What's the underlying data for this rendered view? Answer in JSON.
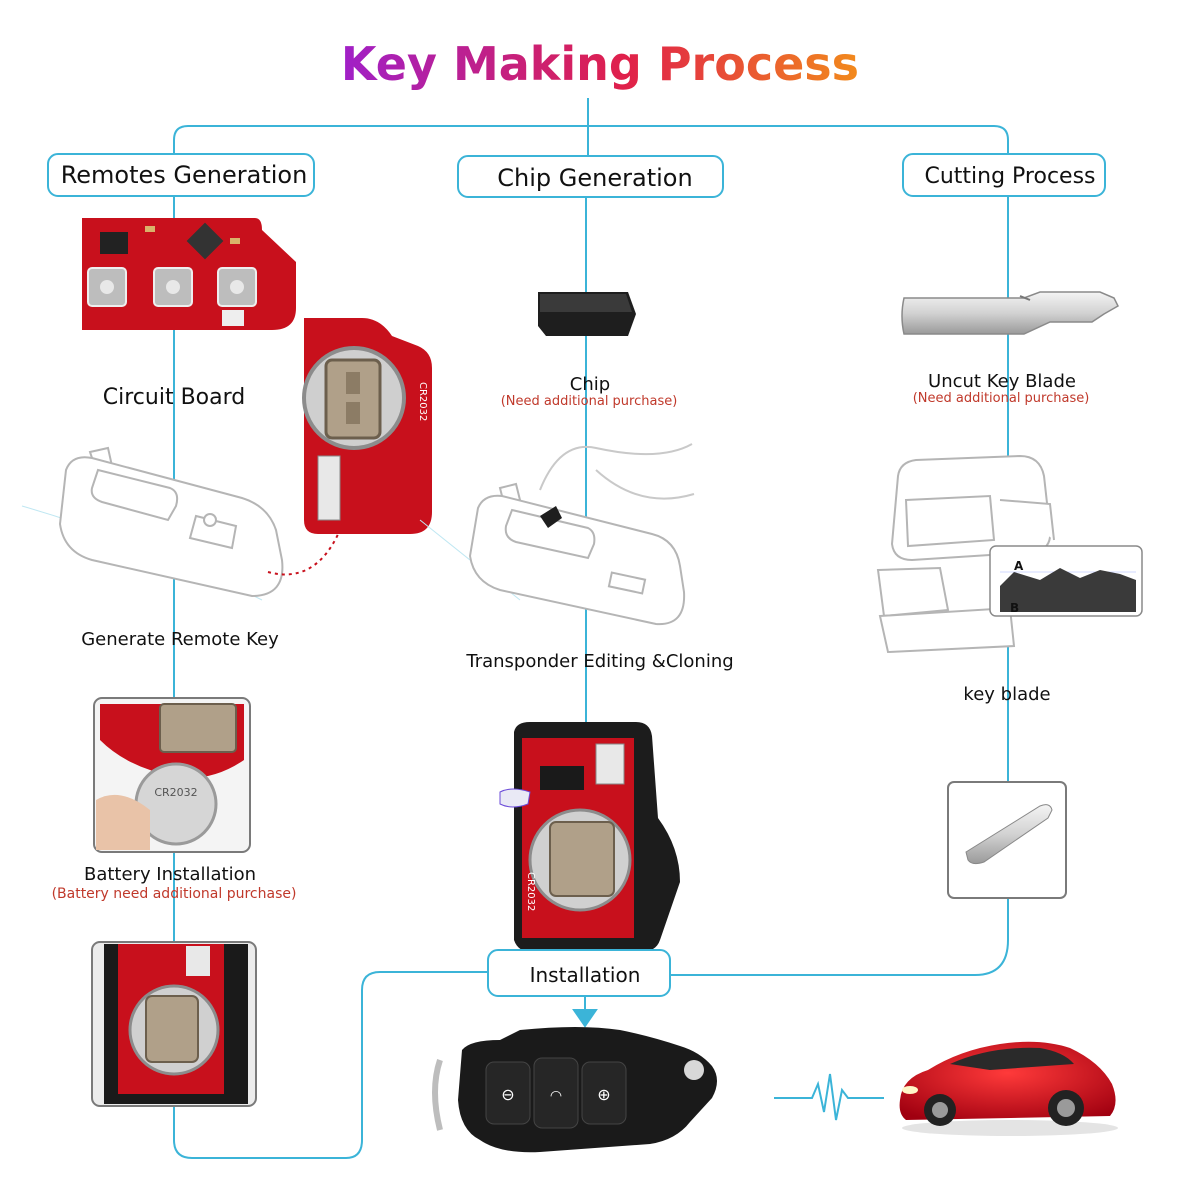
{
  "title": "Key Making Process",
  "colors": {
    "line": "#3bb4d8",
    "title_from": "#a020c8",
    "title_mid": "#e0204a",
    "title_to": "#f28a1c",
    "pcb": "#c8101c",
    "note": "#c0392b"
  },
  "columns": {
    "remotes": "Remotes Generation",
    "chip": "Chip Generation",
    "cutting": "Cutting Process"
  },
  "labels": {
    "circuit_board": "Circuit Board",
    "generate_remote": "Generate Remote Key",
    "battery": "Battery Installation",
    "battery_note": "(Battery need additional purchase)",
    "chip": "Chip",
    "chip_note": "(Need additional purchase)",
    "transponder": "Transponder Editing &Cloning",
    "blade": "Uncut Key  Blade",
    "blade_note": "(Need additional purchase)",
    "key_blade": "key blade",
    "installation": "Installation",
    "cr2032": "CR2032",
    "graph_a": "A",
    "graph_b": "B"
  },
  "icons": [
    "circuit-board",
    "key-programmer",
    "chip",
    "key-blade",
    "key-cutting-machine",
    "battery-coin",
    "remote-shell",
    "flip-key",
    "signal-pulse",
    "car"
  ]
}
